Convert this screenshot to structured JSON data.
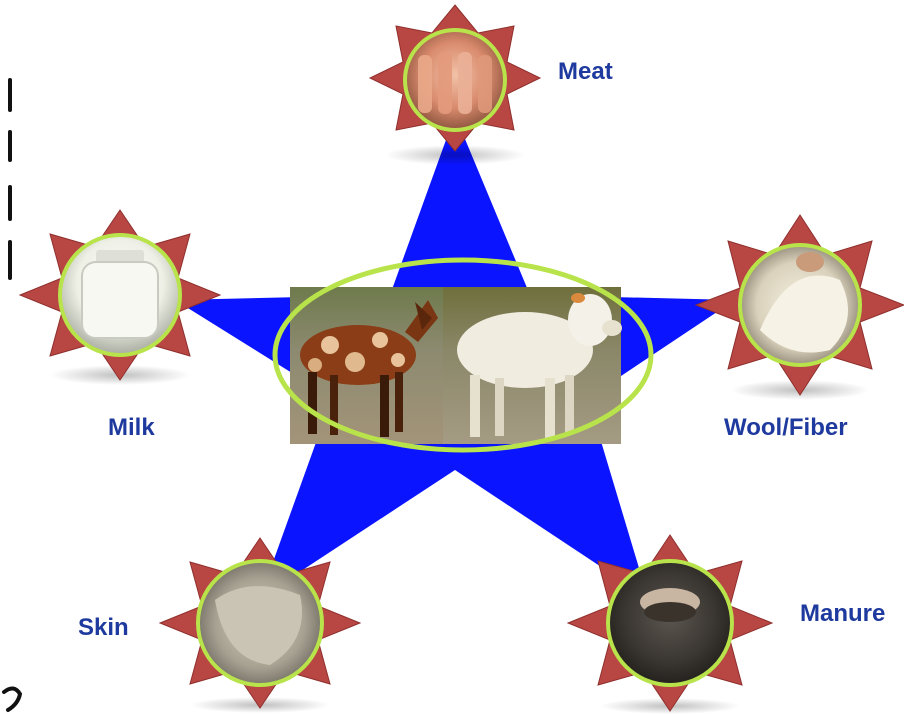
{
  "diagram": {
    "center": {
      "subject": "goat and sheep photos"
    },
    "products": [
      {
        "id": "meat",
        "label": "Meat"
      },
      {
        "id": "milk",
        "label": "Milk"
      },
      {
        "id": "wool",
        "label": "Wool/Fiber"
      },
      {
        "id": "skin",
        "label": "Skin"
      },
      {
        "id": "manure",
        "label": "Manure"
      }
    ]
  },
  "colors": {
    "star": "#0a14ff",
    "burst": "#b84744",
    "burst_edge": "#8f2f2d",
    "ring": "#b8e34a",
    "label": "#1f3a9e"
  }
}
